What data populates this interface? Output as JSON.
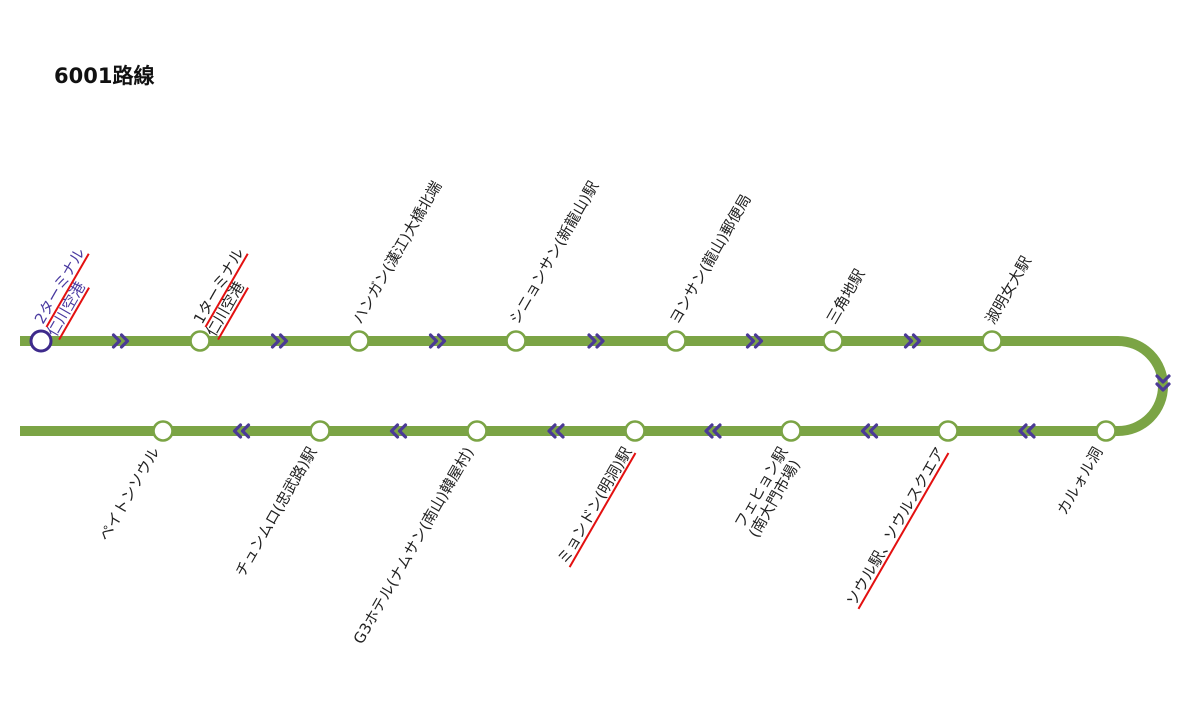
{
  "title": "6001路線",
  "colors": {
    "line": "#7BA445",
    "station_stroke": "#7BA445",
    "terminal_stroke": "#3e2a8c",
    "arrow": "#4b3a96",
    "underline": "#e31010",
    "terminal_text": "#4a3aa0"
  },
  "stations": [
    {
      "lines": [
        "仁川空港",
        "2ターミナル"
      ],
      "terminal": true,
      "underline": true
    },
    {
      "lines": [
        "仁川空港",
        "1ターミナル"
      ],
      "underline": true
    },
    {
      "lines": [
        "ハンガン(漢江)大橋北端"
      ]
    },
    {
      "lines": [
        "シニョンサン(新龍山)駅"
      ]
    },
    {
      "lines": [
        "ヨンサン(龍山)郵便局"
      ]
    },
    {
      "lines": [
        "三角地駅"
      ]
    },
    {
      "lines": [
        "淑明女大駅"
      ]
    },
    {
      "lines": [
        "カルォル洞"
      ]
    },
    {
      "lines": [
        "ソウル駅、ソウルスクエア"
      ],
      "underline": true
    },
    {
      "lines": [
        "フェヒョン駅",
        "(南大門市場)"
      ]
    },
    {
      "lines": [
        "ミョンドン(明洞)駅"
      ],
      "underline": true
    },
    {
      "lines": [
        "G3ホテル(ナムサン(南山)韓屋村)"
      ]
    },
    {
      "lines": [
        "チュンムロ(忠武路)駅"
      ]
    },
    {
      "lines": [
        "ペイトンソウル"
      ]
    }
  ]
}
